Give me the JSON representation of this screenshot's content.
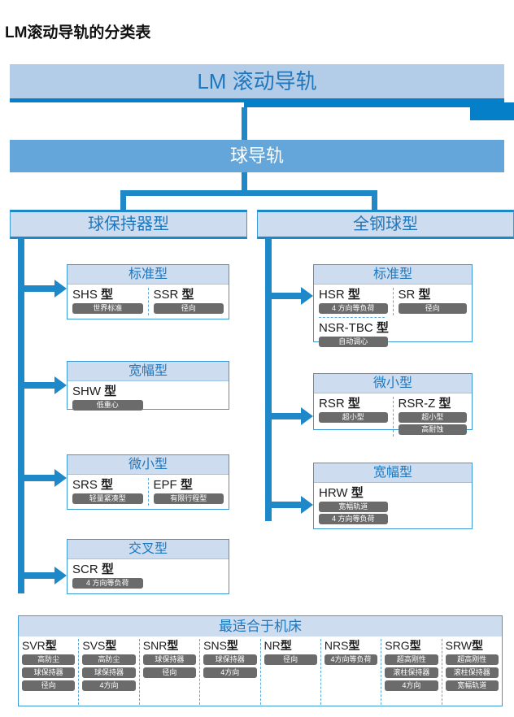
{
  "page_title": "LM滚动导轨的分类表",
  "colors": {
    "accent_blue": "#1f88c9",
    "header_light": "#cddcef",
    "level1_fill": "#b3cce7",
    "level2_fill": "#64a6da",
    "text_blue": "#1f78bd",
    "tag_gray": "#6b6b6b"
  },
  "level1": {
    "label": "LM 滚动导轨"
  },
  "level2": {
    "label": "球导轨"
  },
  "branches": {
    "left": {
      "label": "球保持器型"
    },
    "right": {
      "label": "全钢球型"
    }
  },
  "left_groups": [
    {
      "title": "标准型",
      "cells": [
        {
          "items": [
            {
              "model": "SHS",
              "kei": "型",
              "tags": [
                "世界标准"
              ]
            }
          ]
        },
        {
          "items": [
            {
              "model": "SSR",
              "kei": "型",
              "tags": [
                "径向"
              ]
            }
          ]
        }
      ]
    },
    {
      "title": "宽幅型",
      "cells": [
        {
          "items": [
            {
              "model": "SHW",
              "kei": "型",
              "tags": [
                "低重心"
              ]
            }
          ]
        },
        {
          "items": []
        }
      ]
    },
    {
      "title": "微小型",
      "cells": [
        {
          "items": [
            {
              "model": "SRS",
              "kei": "型",
              "tags": [
                "轻量紧凑型"
              ]
            }
          ]
        },
        {
          "items": [
            {
              "model": "EPF",
              "kei": "型",
              "tags": [
                "有限行程型"
              ]
            }
          ]
        }
      ]
    },
    {
      "title": "交叉型",
      "cells": [
        {
          "items": [
            {
              "model": "SCR",
              "kei": "型",
              "tags": [
                "4 方向等负荷"
              ]
            }
          ]
        },
        {
          "items": []
        }
      ]
    }
  ],
  "right_groups": [
    {
      "title": "标准型",
      "cells": [
        {
          "items": [
            {
              "model": "HSR",
              "kei": "型",
              "tags": [
                "4 方向等负荷"
              ]
            },
            {
              "model": "NSR-TBC",
              "kei": "型",
              "tags": [
                "自动调心"
              ]
            }
          ]
        },
        {
          "items": [
            {
              "model": "SR",
              "kei": "型",
              "tags": [
                "径向"
              ]
            }
          ]
        }
      ]
    },
    {
      "title": "微小型",
      "cells": [
        {
          "items": [
            {
              "model": "RSR",
              "kei": "型",
              "tags": [
                "超小型"
              ]
            }
          ]
        },
        {
          "items": [
            {
              "model": "RSR-Z",
              "kei": "型",
              "tags": [
                "超小型",
                "高耐蚀"
              ]
            }
          ]
        }
      ]
    },
    {
      "title": "宽幅型",
      "cells": [
        {
          "items": [
            {
              "model": "HRW",
              "kei": "型",
              "tags": [
                "宽幅轨道",
                "4 方向等负荷"
              ]
            }
          ]
        },
        {
          "items": []
        }
      ]
    }
  ],
  "bottom_table": {
    "title": "最适合于机床",
    "columns": [
      {
        "model": "SVR",
        "kei": "型",
        "tags": [
          "高防尘",
          "球保持器",
          "径向"
        ]
      },
      {
        "model": "SVS",
        "kei": "型",
        "tags": [
          "高防尘",
          "球保持器",
          "4方向"
        ]
      },
      {
        "model": "SNR",
        "kei": "型",
        "tags": [
          "球保持器",
          "径向"
        ]
      },
      {
        "model": "SNS",
        "kei": "型",
        "tags": [
          "球保持器",
          "4方向"
        ]
      },
      {
        "model": "NR",
        "kei": "型",
        "tags": [
          "径向"
        ]
      },
      {
        "model": "NRS",
        "kei": "型",
        "tags": [
          "4方向等负荷"
        ]
      },
      {
        "model": "SRG",
        "kei": "型",
        "tags": [
          "超高刚性",
          "滚柱保持器",
          "4方向"
        ]
      },
      {
        "model": "SRW",
        "kei": "型",
        "tags": [
          "超高刚性",
          "滚柱保持器",
          "宽幅轨道"
        ]
      }
    ]
  }
}
